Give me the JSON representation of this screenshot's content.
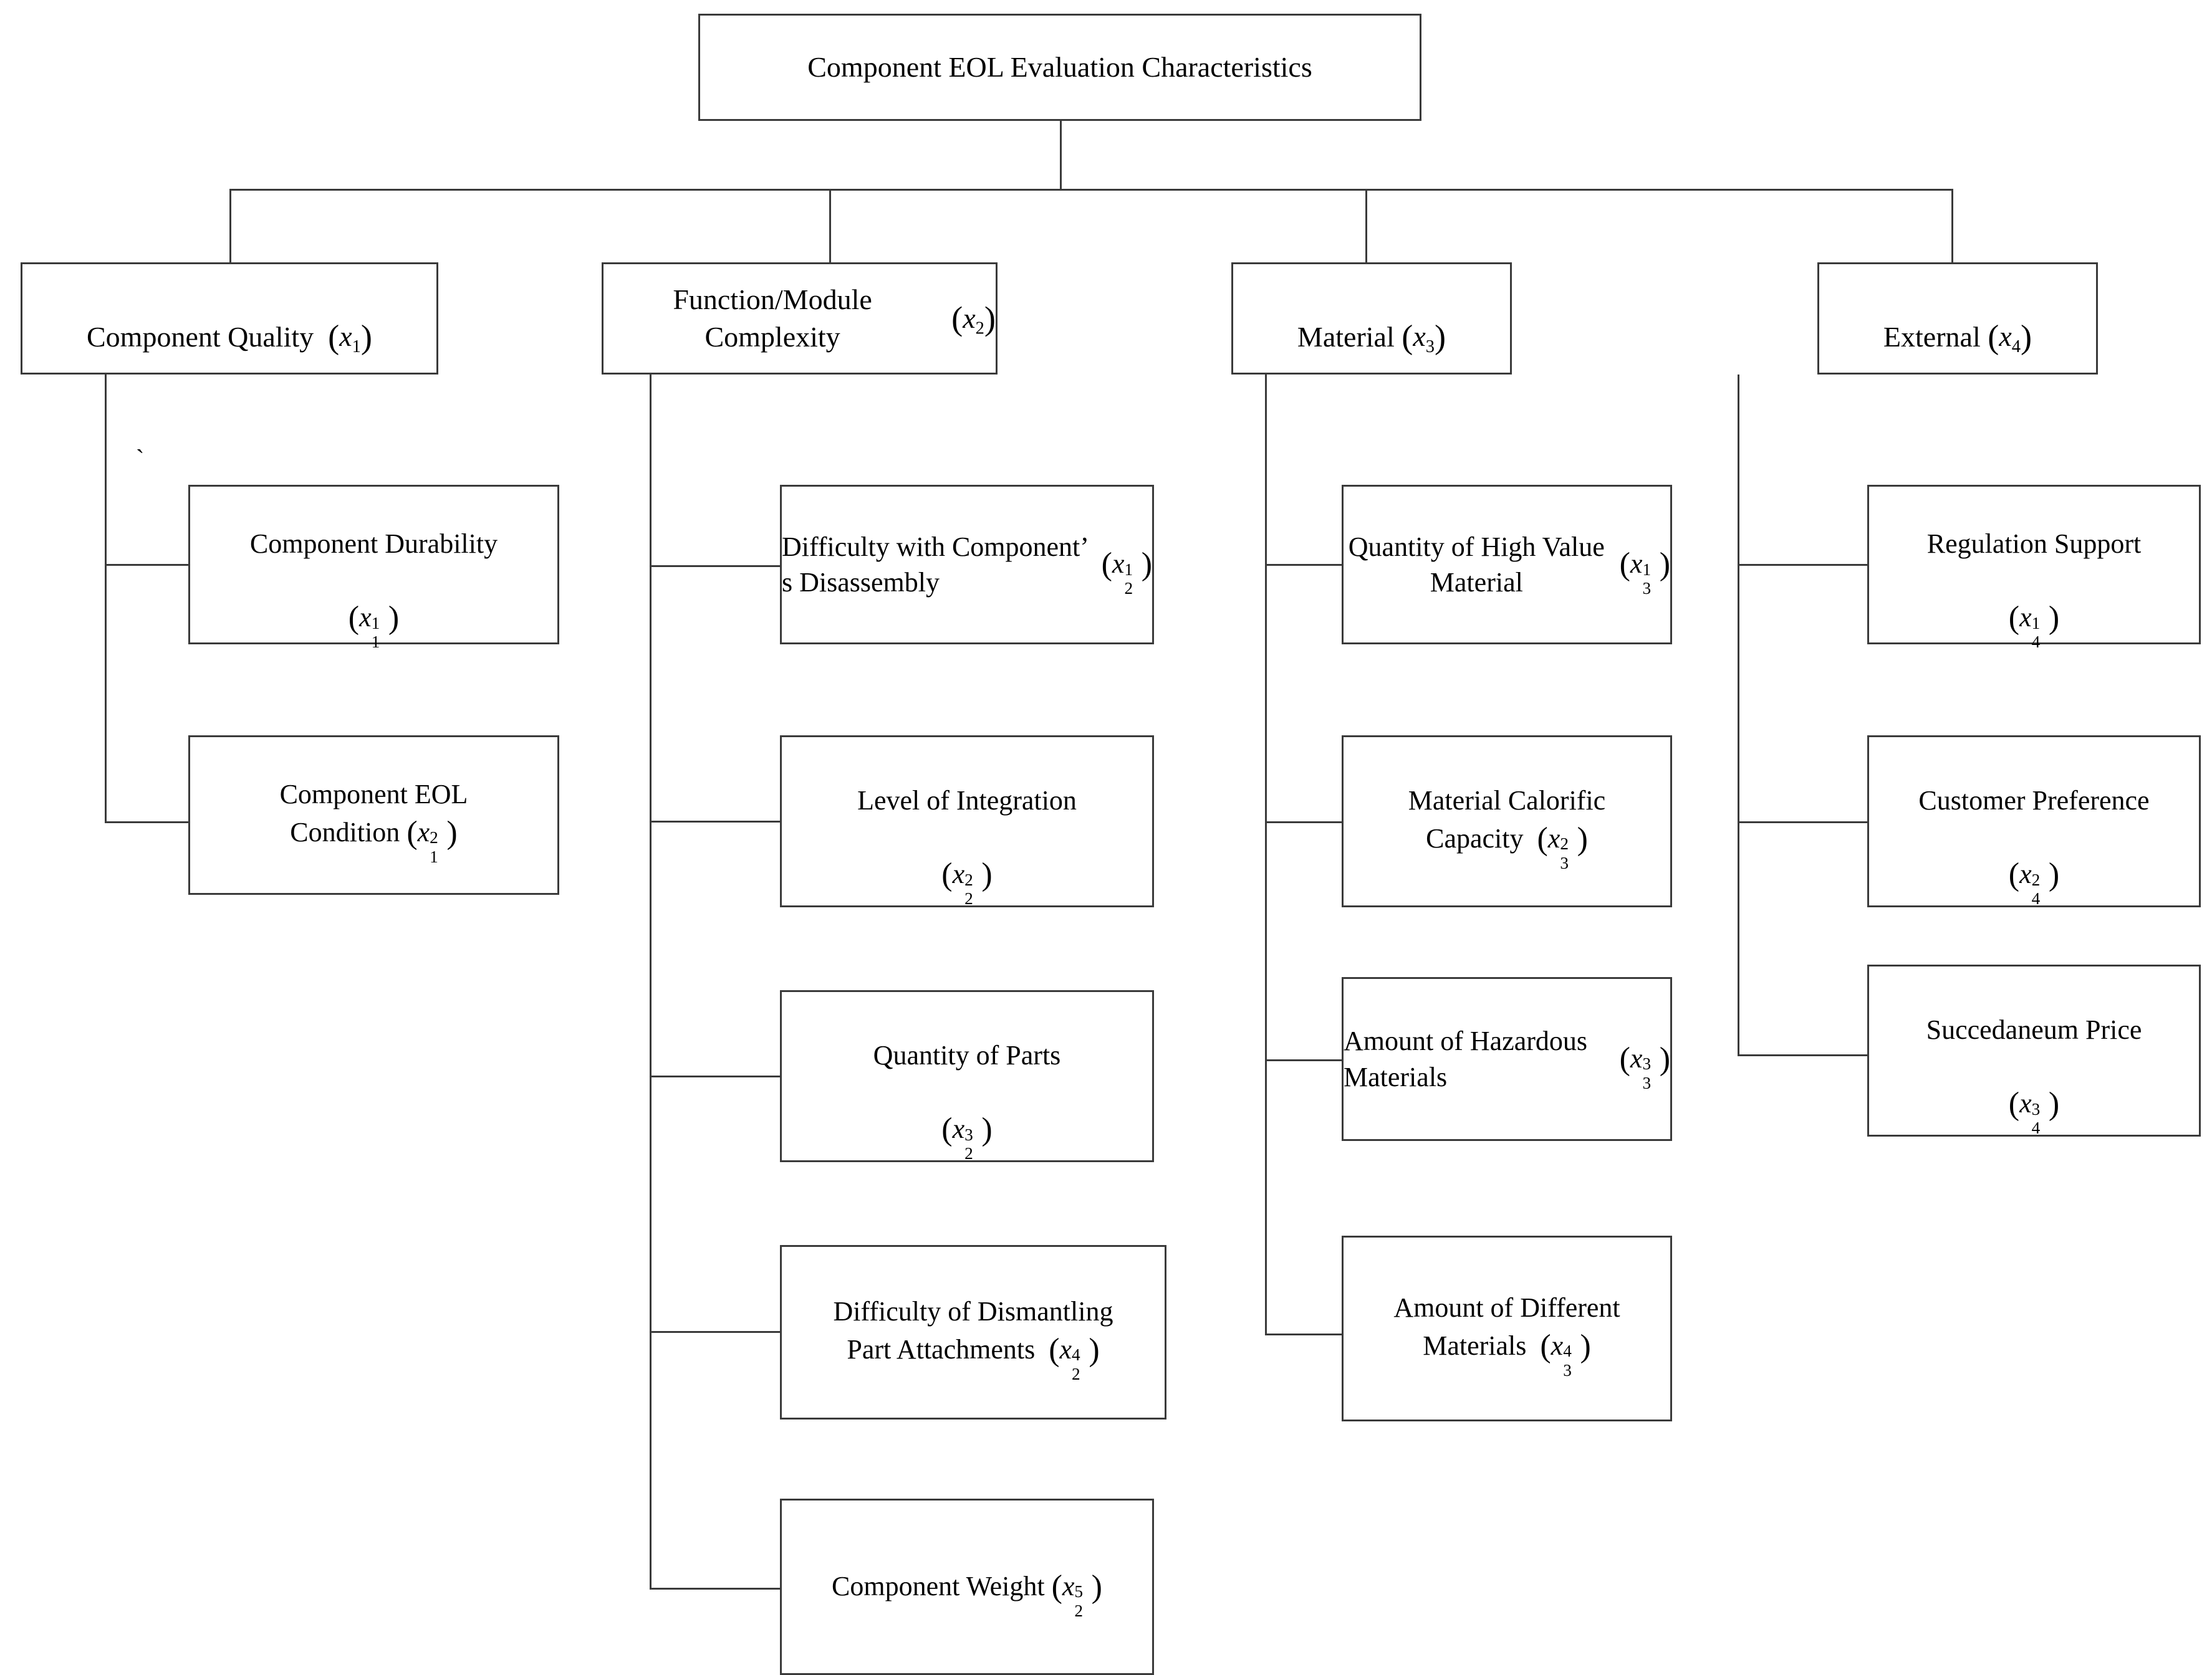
{
  "diagram": {
    "title": "Component EOL Evaluation Characteristics",
    "type": "hierarchy-tree",
    "root": {
      "label": "Component EOL Evaluation Characteristics",
      "symbol": ""
    },
    "branches": [
      {
        "id": "component-quality",
        "label": "Component Quality",
        "symbol": "x",
        "sub": "1",
        "sup": "",
        "children": [
          {
            "id": "component-durability",
            "label": "Component Durability",
            "symbol": "x",
            "sub": "1",
            "sup": "1",
            "layout": "below"
          },
          {
            "id": "component-eol-condition",
            "label": "Component EOL\nCondition",
            "symbol": "x",
            "sub": "1",
            "sup": "2",
            "layout": "inline"
          }
        ]
      },
      {
        "id": "function-module-complexity",
        "label": "Function/Module\nComplexity",
        "symbol": "x",
        "sub": "2",
        "sup": "",
        "children": [
          {
            "id": "difficulty-component-disassembly",
            "label": "Difficulty with\nComponent’ s\nDisassembly",
            "symbol": "x",
            "sub": "2",
            "sup": "1",
            "layout": "side"
          },
          {
            "id": "level-of-integration",
            "label": "Level of Integration",
            "symbol": "x",
            "sub": "2",
            "sup": "2",
            "layout": "below"
          },
          {
            "id": "quantity-of-parts",
            "label": "Quantity of Parts",
            "symbol": "x",
            "sub": "2",
            "sup": "3",
            "layout": "below"
          },
          {
            "id": "difficulty-dismantling-part-attachments",
            "label": "Difficulty of Dismantling\nPart Attachments",
            "symbol": "x",
            "sub": "2",
            "sup": "4",
            "layout": "inline"
          },
          {
            "id": "component-weight",
            "label": "Component Weight",
            "symbol": "x",
            "sub": "2",
            "sup": "5",
            "layout": "inline"
          }
        ]
      },
      {
        "id": "material",
        "label": "Material",
        "symbol": "x",
        "sub": "3",
        "sup": "",
        "children": [
          {
            "id": "quantity-high-value-material",
            "label": "Quantity of\nHigh Value\nMaterial",
            "symbol": "x",
            "sub": "3",
            "sup": "1",
            "layout": "side"
          },
          {
            "id": "material-calorific-capacity",
            "label": "Material  Calorific\nCapacity",
            "symbol": "x",
            "sub": "3",
            "sup": "2",
            "layout": "inline"
          },
          {
            "id": "amount-hazardous-materials",
            "label": "Amount of\nHazardous\nMaterials",
            "symbol": "x",
            "sub": "3",
            "sup": "3",
            "layout": "side"
          },
          {
            "id": "amount-different-materials",
            "label": "Amount of Different\nMaterials",
            "symbol": "x",
            "sub": "3",
            "sup": "4",
            "layout": "inline"
          }
        ]
      },
      {
        "id": "external",
        "label": "External",
        "symbol": "x",
        "sub": "4",
        "sup": "",
        "children": [
          {
            "id": "regulation-support",
            "label": "Regulation Support",
            "symbol": "x",
            "sub": "4",
            "sup": "1",
            "layout": "below"
          },
          {
            "id": "customer-preference",
            "label": "Customer Preference",
            "symbol": "x",
            "sub": "4",
            "sup": "2",
            "layout": "below"
          },
          {
            "id": "succedaneum-price",
            "label": "Succedaneum Price",
            "symbol": "x",
            "sub": "4",
            "sup": "3",
            "layout": "below"
          }
        ]
      }
    ],
    "colors": {
      "line": "#3a3a3a",
      "box_border": "#3a3a3a",
      "background": "#ffffff",
      "text": "#000000"
    },
    "stray_mark": "`"
  }
}
